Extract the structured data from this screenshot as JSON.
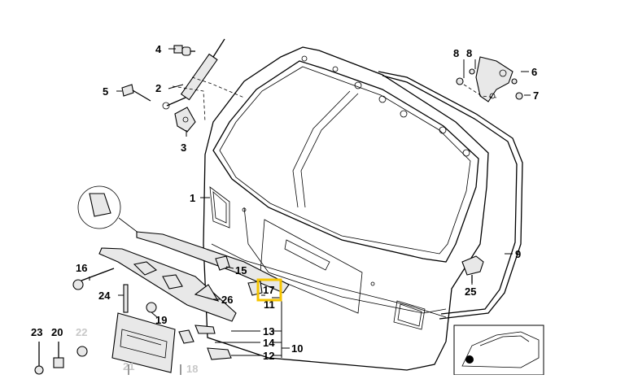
{
  "diagram": {
    "labels": {
      "l1": "1",
      "l2": "2",
      "l3": "3",
      "l4": "4",
      "l5": "5",
      "l6": "6",
      "l7": "7",
      "l8a": "8",
      "l8b": "8",
      "l9": "9",
      "l10": "10",
      "l11": "11",
      "l12": "12",
      "l13": "13",
      "l14": "14",
      "l15": "15",
      "l16": "16",
      "l17": "17",
      "l18": "18",
      "l19": "19",
      "l20": "20",
      "l21": "21",
      "l22": "22",
      "l23": "23",
      "l24": "24",
      "l25": "25",
      "l26": "26"
    },
    "highlight_label": "17",
    "highlight_color": "#f5c400"
  }
}
